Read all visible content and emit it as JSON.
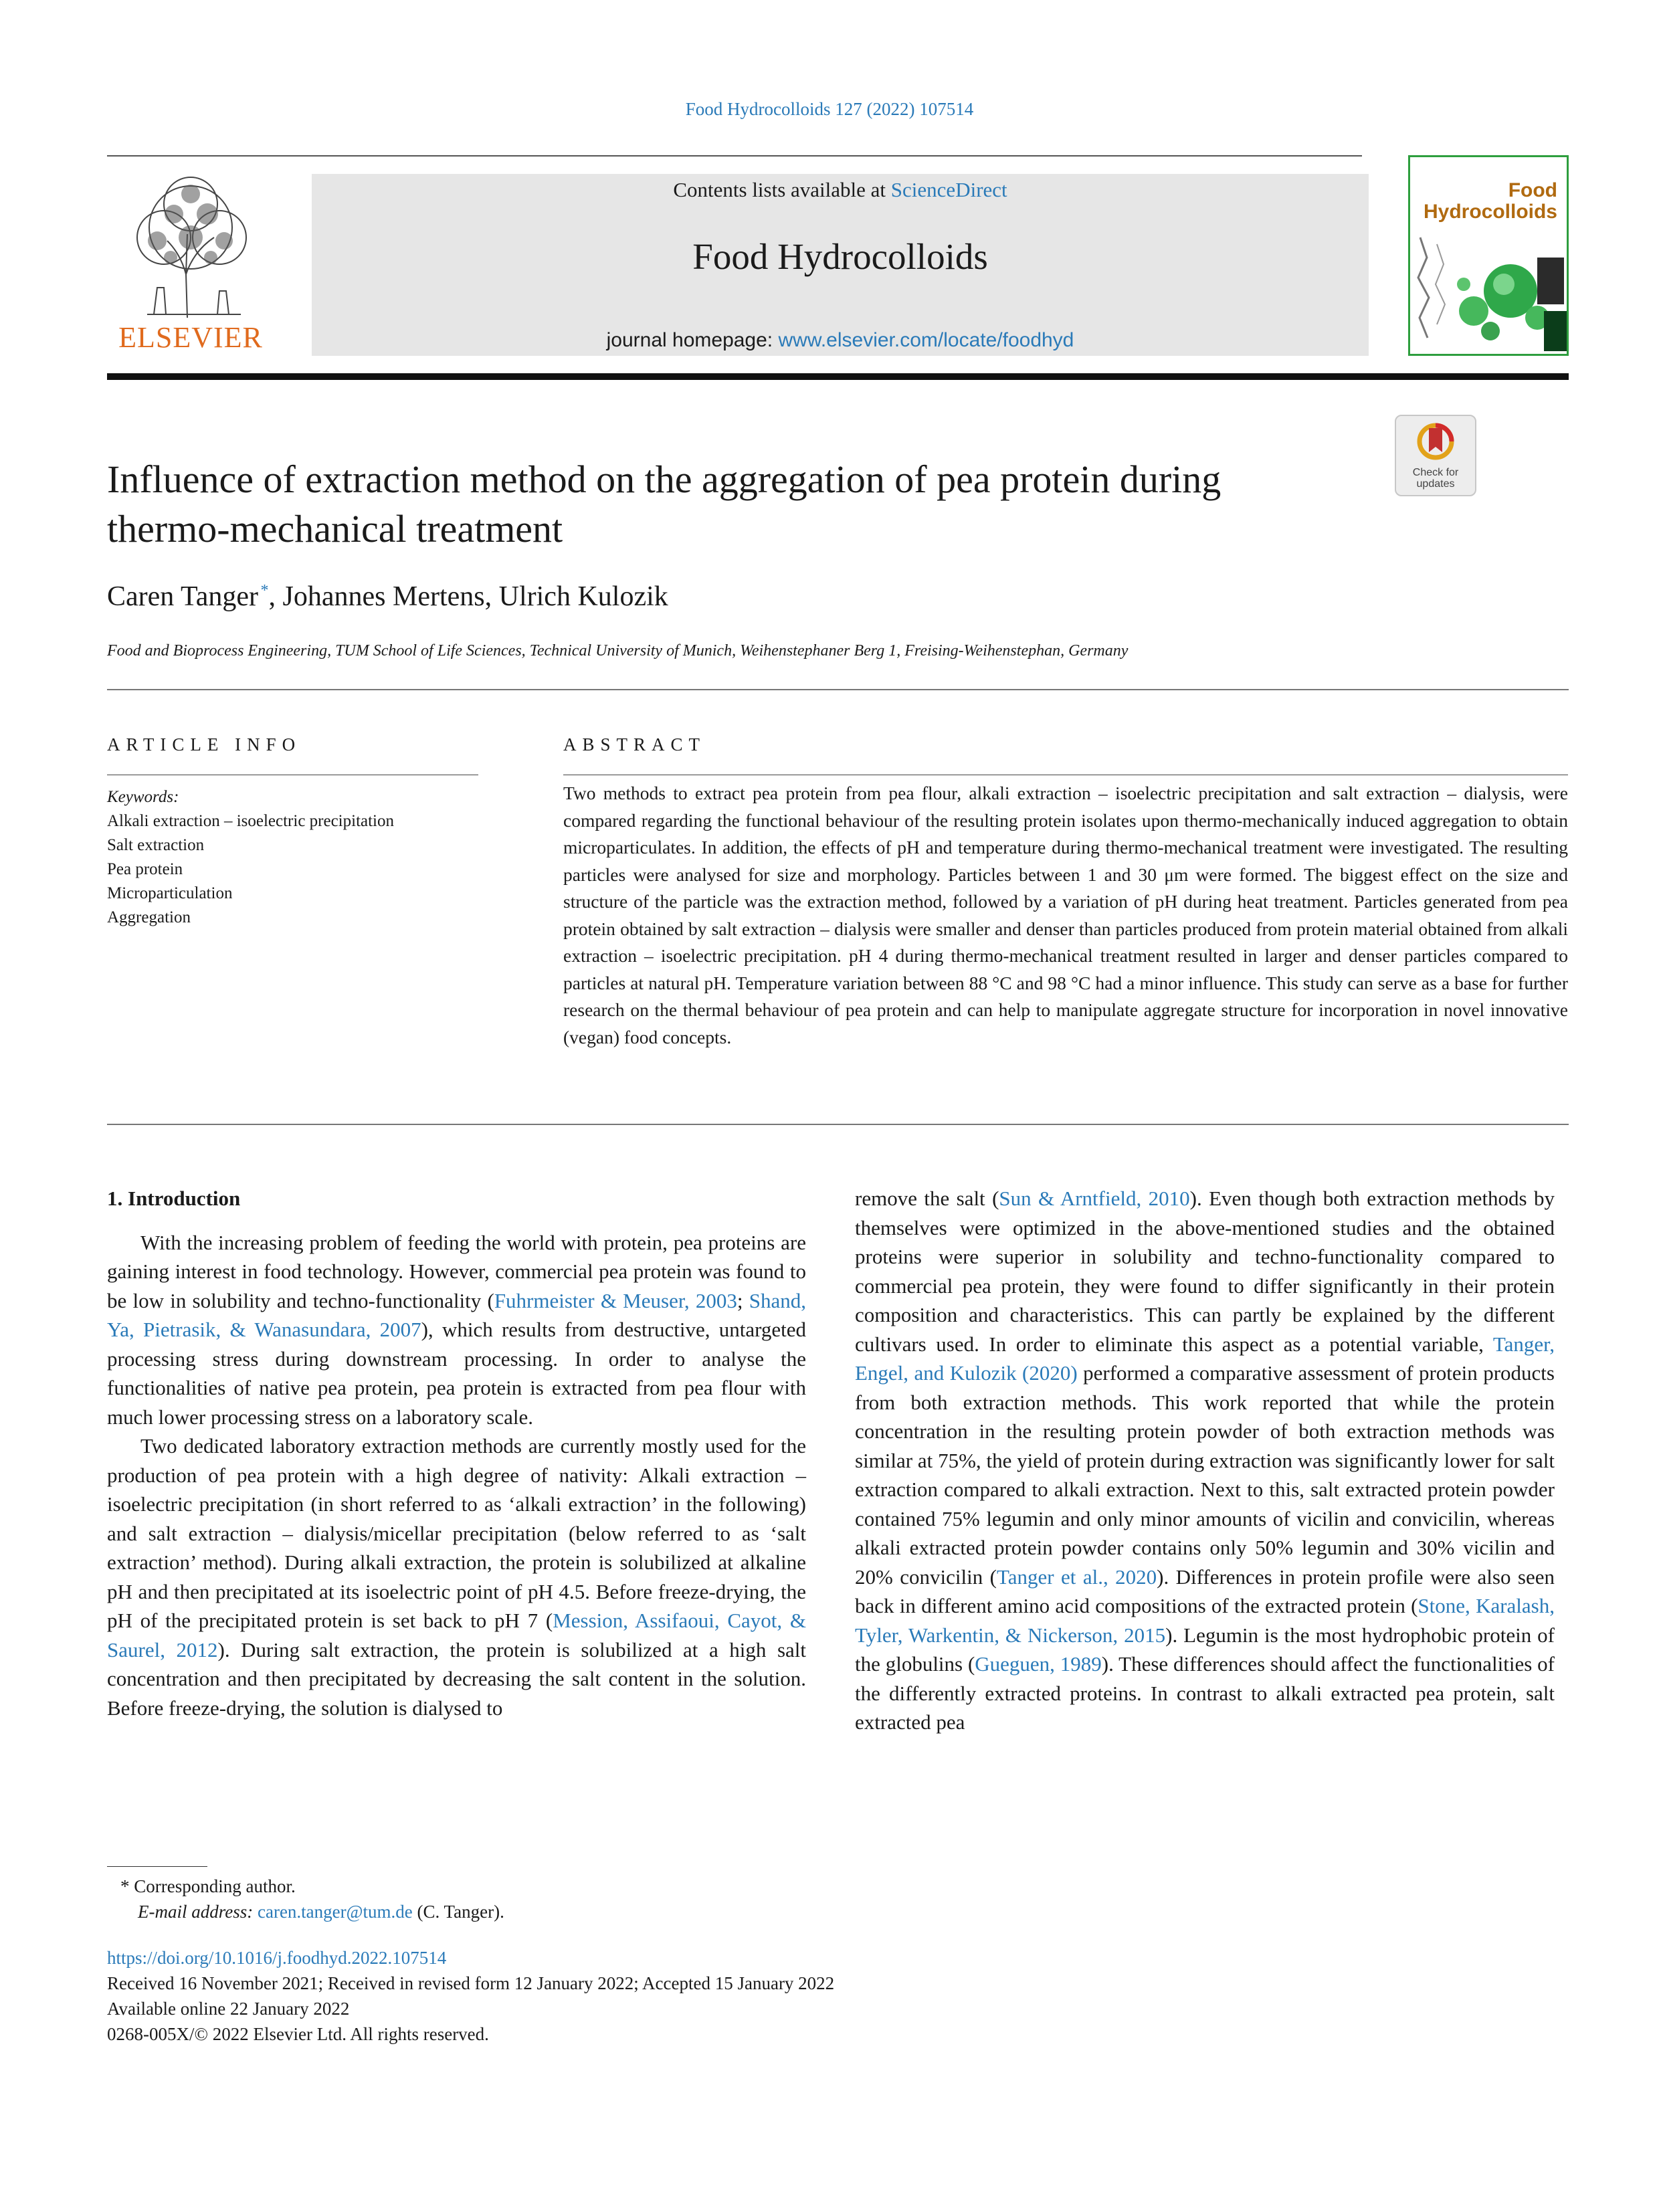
{
  "header": {
    "journal_ref": "Food Hydrocolloids 127 (2022) 107514",
    "contents_prefix": "Contents lists available at ",
    "contents_link": "ScienceDirect",
    "journal_title": "Food Hydrocolloids",
    "homepage_prefix": "journal homepage: ",
    "homepage_link": "www.elsevier.com/locate/foodhyd",
    "publisher": "ELSEVIER",
    "cover_title_line1": "Food",
    "cover_title_line2": "Hydrocolloids",
    "check_updates_line1": "Check for",
    "check_updates_line2": "updates"
  },
  "article": {
    "title_line1": "Influence of extraction method on the aggregation of pea protein during",
    "title_line2": "thermo-mechanical treatment",
    "author1": "Caren Tanger",
    "author1_mark": "*",
    "authors_rest": ", Johannes Mertens, Ulrich Kulozik",
    "affiliation": "Food and Bioprocess Engineering, TUM School of Life Sciences, Technical University of Munich, Weihenstephaner Berg 1, Freising-Weihenstephan, Germany"
  },
  "article_info": {
    "heading": "ARTICLE INFO",
    "keywords_label": "Keywords:",
    "keywords": [
      "Alkali extraction – isoelectric precipitation",
      "Salt extraction",
      "Pea protein",
      "Microparticulation",
      "Aggregation"
    ]
  },
  "abstract": {
    "heading": "ABSTRACT",
    "text": "Two methods to extract pea protein from pea flour, alkali extraction – isoelectric precipitation and salt extraction – dialysis, were compared regarding the functional behaviour of the resulting protein isolates upon thermo-mechanically induced aggregation to obtain microparticulates. In addition, the effects of pH and temperature during thermo-mechanical treatment were investigated. The resulting particles were analysed for size and morphology. Particles between 1 and 30 μm were formed. The biggest effect on the size and structure of the particle was the extraction method, followed by a variation of pH during heat treatment. Particles generated from pea protein obtained by salt extraction – dialysis were smaller and denser than particles produced from protein material obtained from alkali extraction – isoelectric precipitation. pH 4 during thermo-mechanical treatment resulted in larger and denser particles compared to particles at natural pH. Temperature variation between 88 °C and 98 °C had a minor influence. This study can serve as a base for further research on the thermal behaviour of pea protein and can help to manipulate aggregate structure for incorporation in novel innovative (vegan) food concepts."
  },
  "body": {
    "section_heading": "1.  Introduction",
    "l_p1_a": "With the increasing problem of feeding the world with protein, pea proteins are gaining interest in food technology. However, commercial pea protein was found to be low in solubility and techno-functionality (",
    "l_p1_ref1": "Fuhrmeister & Meuser, 2003",
    "l_p1_b": "; ",
    "l_p1_ref2": "Shand, Ya, Pietrasik, & Wanasundara, 2007",
    "l_p1_c": "), which results from destructive, untargeted processing stress during downstream processing. In order to analyse the functionalities of native pea protein, pea protein is extracted from pea flour with much lower processing stress on a laboratory scale.",
    "l_p2_a": "Two dedicated laboratory extraction methods are currently mostly used for the production of pea protein with a high degree of nativity: Alkali extraction – isoelectric precipitation (in short referred to as ‘alkali extraction’ in the following) and salt extraction – dialysis/micellar precipitation (below referred to as ‘salt extraction’ method). During alkali extraction, the protein is solubilized at alkaline pH and then precipitated at its isoelectric point of pH 4.5. Before freeze-drying, the pH of the precipitated protein is set back to pH 7 (",
    "l_p2_ref1": "Mession, Assifaoui, Cayot, & Saurel, 2012",
    "l_p2_b": "). During salt extraction, the protein is solubilized at a high salt concentration and then precipitated by decreasing the salt content in the solution. Before freeze-drying, the solution is dialysed to",
    "r_a": "remove the salt (",
    "r_ref1": "Sun & Arntfield, 2010",
    "r_b": "). Even though both extraction methods by themselves were optimized in the above-mentioned studies and the obtained proteins were superior in solubility and techno-functionality compared to commercial pea protein, they were found to differ significantly in their protein composition and characteristics. This can partly be explained by the different cultivars used. In order to eliminate this aspect as a potential variable, ",
    "r_ref2": "Tanger, Engel, and Kulozik (2020)",
    "r_c": " performed a comparative assessment of protein products from both extraction methods. This work reported that while the protein concentration in the resulting protein powder of both extraction methods was similar at 75%, the yield of protein during extraction was significantly lower for salt extraction compared to alkali extraction. Next to this, salt extracted protein powder contained 75% legumin and only minor amounts of vicilin and convicilin, whereas alkali extracted protein powder contains only 50% legumin and 30% vicilin and 20% convicilin (",
    "r_ref3": "Tanger et al., 2020",
    "r_d": "). Differences in protein profile were also seen back in different amino acid compositions of the extracted protein (",
    "r_ref4": "Stone, Karalash, Tyler, Warkentin, & Nickerson, 2015",
    "r_e": "). Legumin is the most hydrophobic protein of the globulins (",
    "r_ref5": "Gueguen, 1989",
    "r_f": "). These differences should affect the functionalities of the differently extracted proteins. In contrast to alkali extracted pea protein, salt extracted pea"
  },
  "footnotes": {
    "corresponding": "* Corresponding author.",
    "email_label": "E-mail address: ",
    "email": "caren.tanger@tum.de",
    "email_suffix": " (C. Tanger)."
  },
  "meta": {
    "doi": "https://doi.org/10.1016/j.foodhyd.2022.107514",
    "received": "Received 16 November 2021; Received in revised form 12 January 2022; Accepted 15 January 2022",
    "available": "Available online 22 January 2022",
    "copyright": "0268-005X/© 2022 Elsevier Ltd. All rights reserved."
  }
}
